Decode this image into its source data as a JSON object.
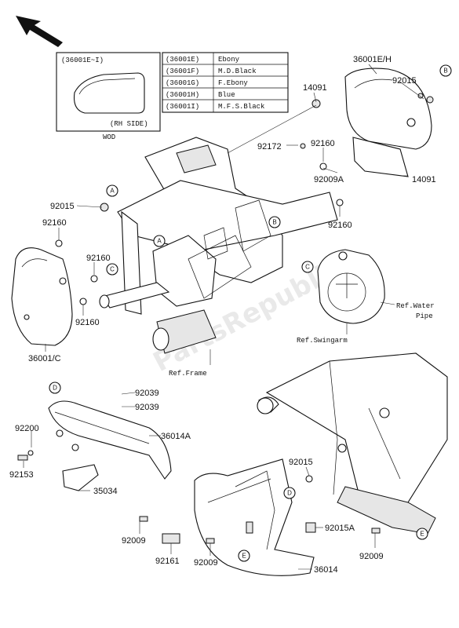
{
  "inset": {
    "title": "(36001E~I)",
    "side_note": "(RH SIDE)",
    "bottom_note": "WOD"
  },
  "color_table": [
    {
      "code": "(36001E)",
      "color": "Ebony"
    },
    {
      "code": "(36001F)",
      "color": "M.D.Black"
    },
    {
      "code": "(36001G)",
      "color": "F.Ebony"
    },
    {
      "code": "(36001H)",
      "color": "Blue"
    },
    {
      "code": "(36001I)",
      "color": "M.F.S.Black"
    }
  ],
  "parts": {
    "p36001EH": "36001E/H",
    "p92015_tr": "92015",
    "p14091_top": "14091",
    "p92172": "92172",
    "p92160_top": "92160",
    "p92009A": "92009A",
    "p14091_right": "14091",
    "p92160_mid": "92160",
    "p92015_left": "92015",
    "p92160_left": "92160",
    "p92160_left2": "92160",
    "p92160_left3": "92160",
    "p36001C": "36001/C",
    "p92039_a": "92039",
    "p92039_b": "92039",
    "p92200": "92200",
    "p36014A": "36014A",
    "p92153": "92153",
    "p35034": "35034",
    "p92015_bottom": "92015",
    "p92009_left": "92009",
    "p92161": "92161",
    "p92009_mid": "92009",
    "p36014": "36014",
    "p92015A": "92015A",
    "p92009_right": "92009"
  },
  "references": {
    "frame": "Ref.Frame",
    "swingarm": "Ref.Swingarm",
    "water_pipe_1": "Ref.Water",
    "water_pipe_2": "Pipe"
  },
  "callouts": {
    "A": "A",
    "B": "B",
    "C": "C",
    "D": "D",
    "E": "E"
  },
  "watermark": "PartsRepublik",
  "icons": {
    "front_arrow": "front-direction-arrow-icon"
  }
}
